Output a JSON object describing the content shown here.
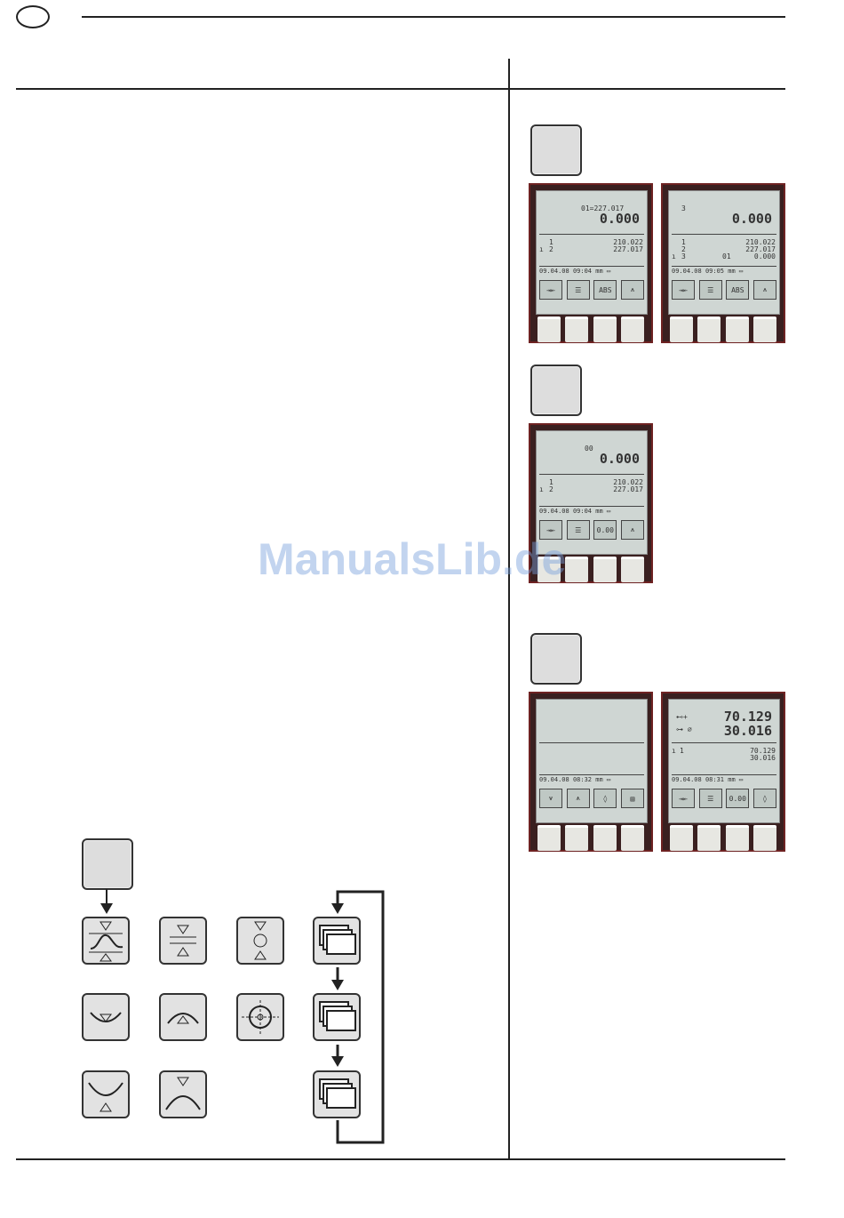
{
  "watermark": "ManualsLib.de",
  "device1": {
    "header": "01=227.017",
    "value": "0.000",
    "row1_idx": "1",
    "row2_idx": "2",
    "row1_val": "210.022",
    "row2_val": "227.017",
    "date": "09.04.08",
    "time": "09:04",
    "unit": "mm",
    "keys": [
      "",
      "",
      "ABS",
      ""
    ]
  },
  "device2": {
    "header": "3",
    "value": "0.000",
    "row1_idx": "1",
    "row2_idx": "2",
    "row3_idx": "3",
    "row1_val": "210.022",
    "row2_val": "227.017",
    "row3_val": "0.000",
    "row3_mid": "01",
    "date": "09.04.08",
    "time": "09:05",
    "unit": "mm",
    "keys": [
      "",
      "",
      "ABS",
      ""
    ]
  },
  "device3": {
    "header": "00",
    "value": "0.000",
    "row1_idx": "1",
    "row2_idx": "2",
    "row1_val": "210.022",
    "row2_val": "227.017",
    "date": "09.04.08",
    "time": "09:04",
    "unit": "mm",
    "keys": [
      "",
      "",
      "0.00",
      ""
    ]
  },
  "device4": {
    "date": "09.04.08",
    "time": "08:32",
    "unit": "mm"
  },
  "device5": {
    "value1": "70.129",
    "value2": "30.016",
    "row1_idx": "1",
    "row1_val1": "70.129",
    "row1_val2": "30.016",
    "date": "09.04.08",
    "time": "08:31",
    "unit": "mm",
    "keys": [
      "",
      "",
      "0.00",
      ""
    ]
  }
}
